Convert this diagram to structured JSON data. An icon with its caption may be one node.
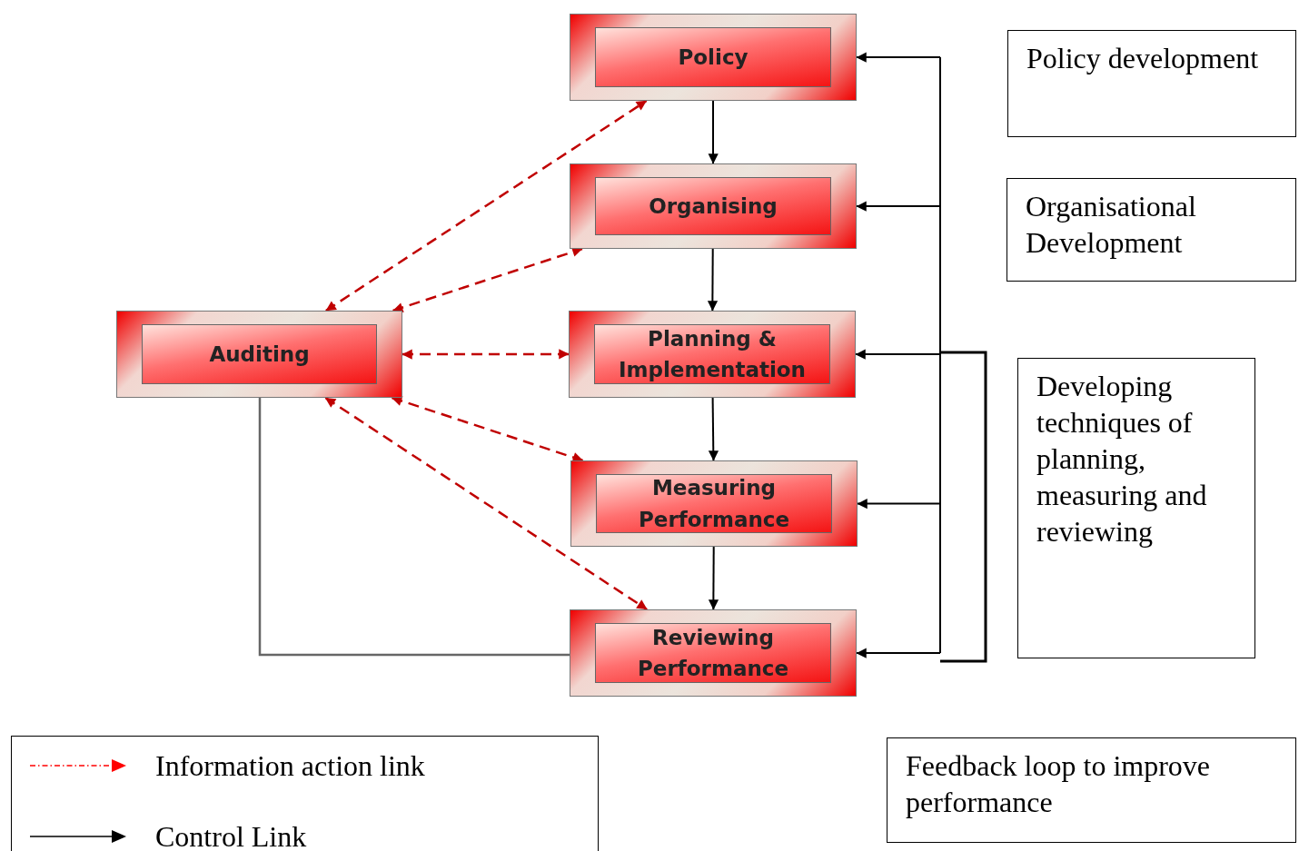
{
  "diagram": {
    "nodes": [
      {
        "text": [
          "Policy"
        ]
      },
      {
        "text": [
          "Organising"
        ]
      },
      {
        "text": [
          "Planning & Implementation"
        ]
      },
      {
        "text": [
          "Measuring Performance"
        ]
      },
      {
        "text": [
          "Reviewing Performance"
        ]
      },
      {
        "text": [
          "Auditing"
        ]
      },
      {
        "text": [
          "Policy development"
        ]
      },
      {
        "text": [
          "Organisational Development"
        ]
      },
      {
        "text": [
          "Developing techniques of planning, measuring and reviewing"
        ]
      },
      {
        "text": [
          "Feedback loop to improve performance"
        ]
      }
    ],
    "edges": [
      {
        "from": 0,
        "to": 1,
        "arrow": "to"
      },
      {
        "from": 1,
        "to": 2,
        "arrow": "to"
      },
      {
        "from": 2,
        "to": 3,
        "arrow": "to"
      },
      {
        "from": 3,
        "to": 4,
        "arrow": "to"
      },
      {
        "from": 5,
        "to": 0,
        "arrow": "both",
        "style": "dashed",
        "color": "#c00000"
      },
      {
        "from": 5,
        "to": 1,
        "arrow": "both",
        "style": "dashed",
        "color": "#c00000"
      },
      {
        "from": 5,
        "to": 2,
        "arrow": "both",
        "style": "dashed",
        "color": "#c00000"
      },
      {
        "from": 5,
        "to": 3,
        "arrow": "both",
        "style": "dashed",
        "color": "#c00000"
      },
      {
        "from": 5,
        "to": 4,
        "arrow": "both",
        "style": "dashed",
        "color": "#c00000"
      },
      {
        "from": 5,
        "to": 4,
        "arrow": "none",
        "color": "#666666"
      },
      {
        "from": null,
        "to": 0,
        "arrow": "to"
      },
      {
        "from": null,
        "to": 1,
        "arrow": "to"
      },
      {
        "from": null,
        "to": 2,
        "arrow": "to"
      },
      {
        "from": null,
        "to": 3,
        "arrow": "to"
      },
      {
        "from": null,
        "to": 4,
        "arrow": "to"
      }
    ],
    "legend": [
      {
        "text": "Information action link"
      },
      {
        "text": "Control Link"
      }
    ]
  }
}
